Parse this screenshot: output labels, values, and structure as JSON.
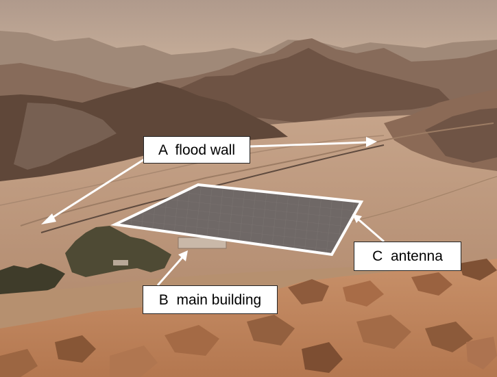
{
  "labels": {
    "a": "A  flood wall",
    "b": "B  main building",
    "c": "C  antenna"
  },
  "colors": {
    "sky_top": "#b09a8c",
    "sky_bottom": "#cdb39c",
    "far_mountains": "#9d8574",
    "mid_mountains": "#7a5e4e",
    "near_mountains": "#5e4539",
    "valley_floor": "#bf9a7e",
    "foreground_rocks": "#c48a62",
    "antenna_fill": "#6f6866",
    "outline": "#ffffff",
    "vegetation": "#4e4a34"
  }
}
